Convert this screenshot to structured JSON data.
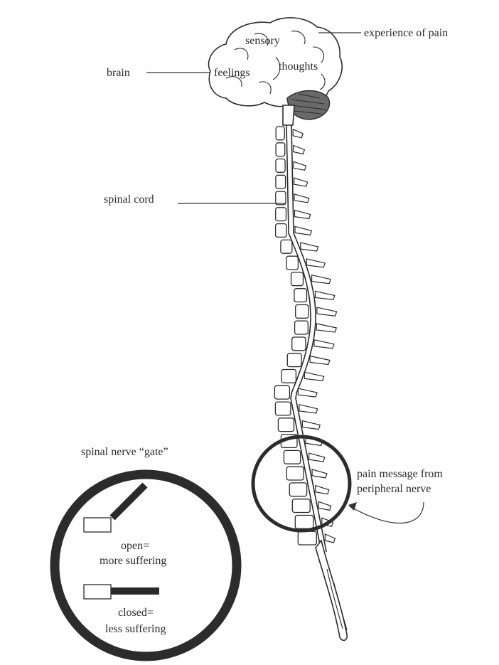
{
  "labels": {
    "sensory": "sensory",
    "experience": "experience of pain",
    "brain": "brain",
    "feelings": "feelings",
    "thoughts": "thoughts",
    "spinal_cord": "spinal cord",
    "gate_title": "spinal nerve “gate”",
    "pain_message_1": "pain message from",
    "pain_message_2": "peripheral nerve",
    "open_1": "open=",
    "open_2": "more suffering",
    "closed_1": "closed=",
    "closed_2": "less suffering"
  },
  "colors": {
    "ink": "#2a2a2a",
    "cerebellum": "#555555",
    "ring": "#2c2c2c"
  }
}
